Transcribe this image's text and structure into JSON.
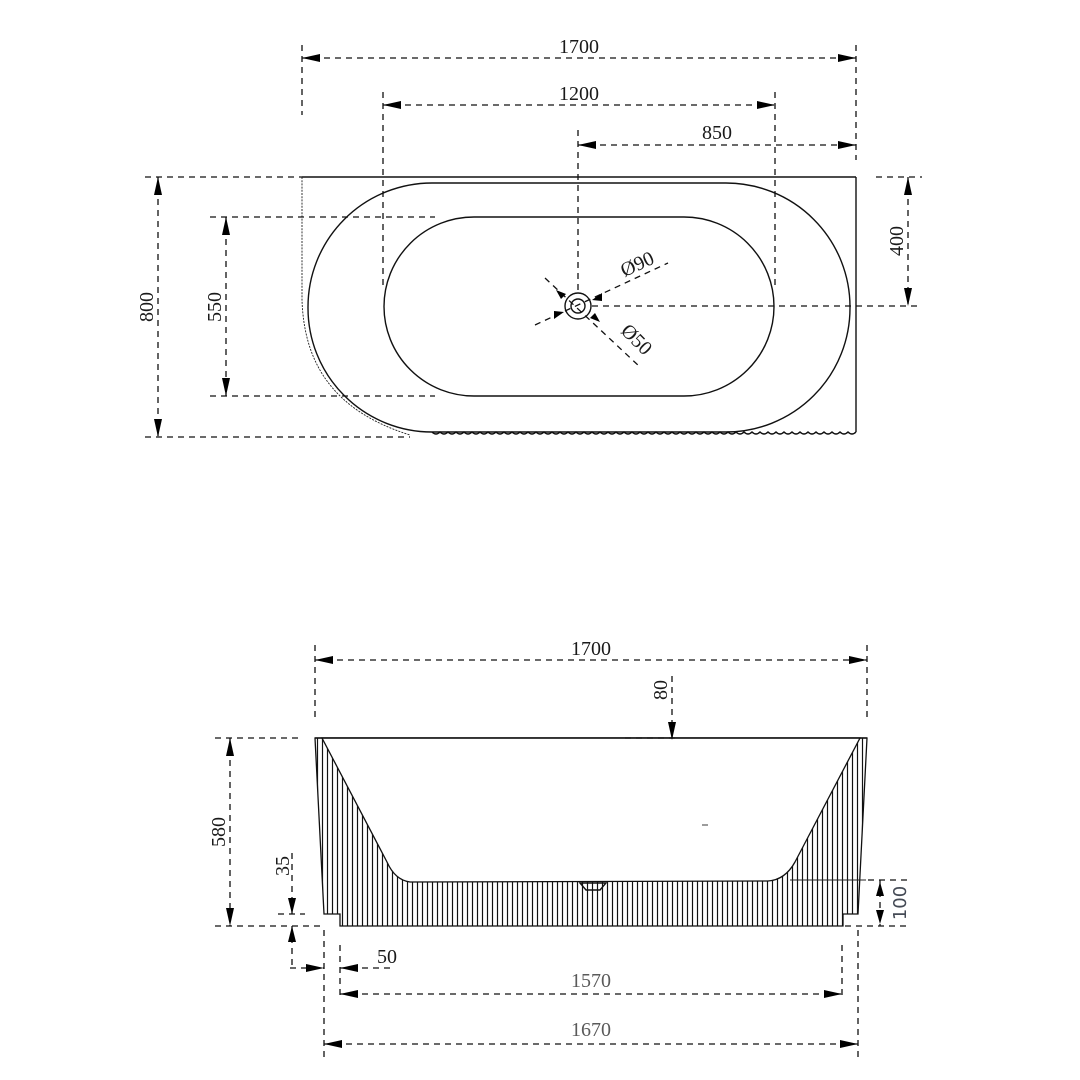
{
  "drawing": {
    "subject": "Bathtub technical drawing",
    "top_view": {
      "dimensions": {
        "overall_length": "1700",
        "inner_length": "1200",
        "drain_offset_from_right": "850",
        "overall_width": "800",
        "inner_width": "550",
        "drain_offset_from_top": "400",
        "overflow_diameter": "Ø90",
        "drain_diameter": "Ø50"
      }
    },
    "side_view": {
      "dimensions": {
        "overall_length": "1700",
        "rim_thickness": "80",
        "overall_height": "580",
        "base_step_height": "35",
        "inner_floor_height": "100",
        "base_inset": "50",
        "base_length": "1570",
        "bottom_length": "1670"
      }
    },
    "colors": {
      "line": "#111111",
      "text": "#1a1a1a",
      "text_gray": "#5a5a5a",
      "text_sans": "#444a55",
      "background": "#ffffff"
    }
  }
}
